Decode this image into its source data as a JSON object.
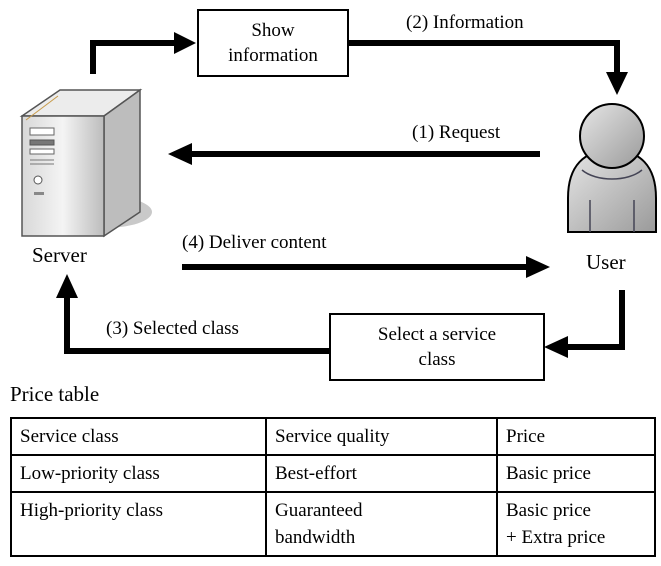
{
  "nodes": {
    "server": "Server",
    "user": "User",
    "show_info_line1": "Show",
    "show_info_line2": "information",
    "select_class_line1": "Select a service",
    "select_class_line2": "class"
  },
  "edges": {
    "request": "(1) Request",
    "information": "(2) Information",
    "selected_class": "(3) Selected class",
    "deliver": "(4) Deliver content"
  },
  "price_table": {
    "caption": "Price table",
    "header": [
      "Service class",
      "Service quality",
      "Price"
    ],
    "rows": [
      {
        "service_class": "Low-priority class",
        "quality_line1": "Best-effort",
        "quality_line2": "",
        "price_line1": "Basic price",
        "price_line2": ""
      },
      {
        "service_class": "High-priority class",
        "quality_line1": "Guaranteed",
        "quality_line2": "bandwidth",
        "price_line1": "Basic price",
        "price_line2": "+ Extra price"
      }
    ]
  }
}
